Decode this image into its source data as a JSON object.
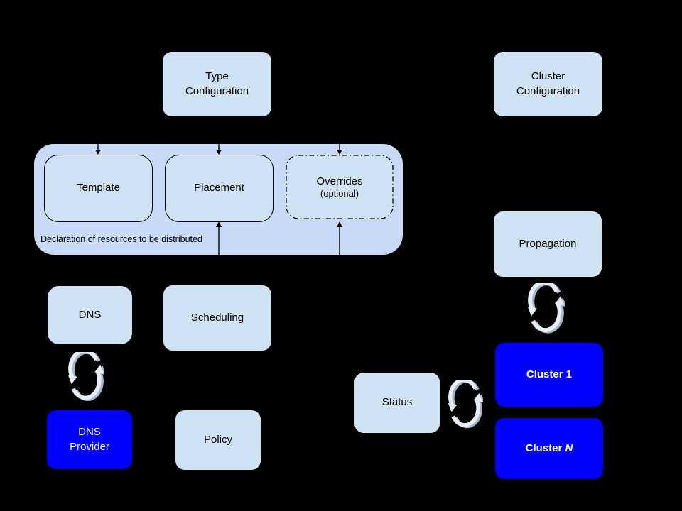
{
  "colors": {
    "background": "#000000",
    "box_fill": "#cfe2f3",
    "group_fill": "#c9daf8",
    "accent_fill": "#0000ff",
    "box_text": "#000000",
    "accent_text": "#ffffff",
    "border": "#000000",
    "sync_light": "#e7eef7",
    "sync_shadow": "#a6b8cd"
  },
  "icons": {
    "sync": "two circular chasing arrows (refresh/sync)",
    "arrow_down": "small black arrowhead pointing down",
    "arrow_up": "small black arrowhead pointing up"
  },
  "group": {
    "caption": "Declaration of resources to be distributed"
  },
  "nodes": {
    "type_configuration": {
      "line1": "Type",
      "line2": "Configuration"
    },
    "cluster_configuration": {
      "line1": "Cluster",
      "line2": "Configuration"
    },
    "template": {
      "label": "Template"
    },
    "placement": {
      "label": "Placement"
    },
    "overrides": {
      "label": "Overrides",
      "sublabel": "(optional)"
    },
    "dns": {
      "label": "DNS"
    },
    "scheduling": {
      "label": "Scheduling"
    },
    "propagation": {
      "label": "Propagation"
    },
    "dns_provider": {
      "line1": "DNS",
      "line2": "Provider"
    },
    "policy": {
      "label": "Policy"
    },
    "status": {
      "label": "Status"
    },
    "cluster_1": {
      "label": "Cluster 1"
    },
    "cluster_n": {
      "prefix": "Cluster",
      "n": "N"
    }
  }
}
